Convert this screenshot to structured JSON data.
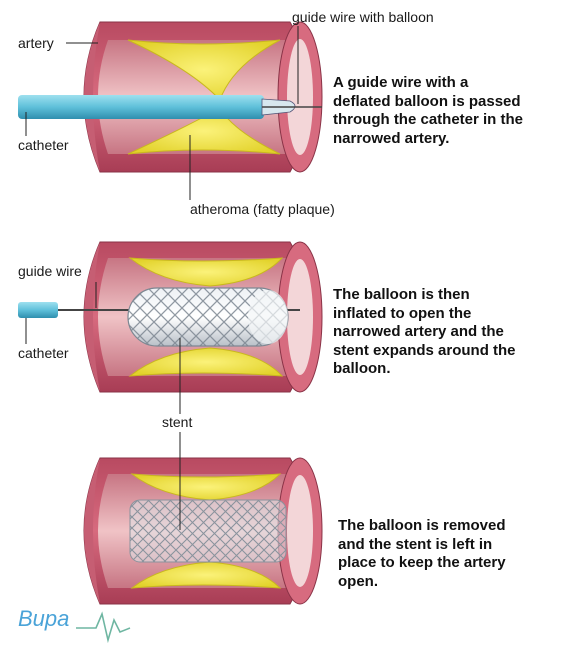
{
  "labels": {
    "artery": "artery",
    "guide_wire_with_balloon": "guide wire with balloon",
    "catheter_top": "catheter",
    "atheroma": "atheroma (fatty plaque)",
    "guide_wire": "guide wire",
    "catheter_middle": "catheter",
    "stent": "stent"
  },
  "descriptions": {
    "step1": "A guide wire with a\ndeflated balloon is passed\nthrough the catheter in the\nnarrowed artery.",
    "step2": "The balloon is then\ninflated to open the\nnarrowed artery and the\nstent expands around the\nballoon.",
    "step3": "The balloon is removed\nand the stent is left in\nplace to keep the artery\nopen."
  },
  "logo": {
    "text": "Bupa"
  },
  "colors": {
    "artery_wall": "#c95a6f",
    "artery_wall_dark": "#9e3f52",
    "artery_inner": "#e2a2a9",
    "plaque": "#f1e640",
    "catheter": "#5fc0da",
    "stent": "#c5cbd3",
    "logo": "#4aa3d8"
  }
}
